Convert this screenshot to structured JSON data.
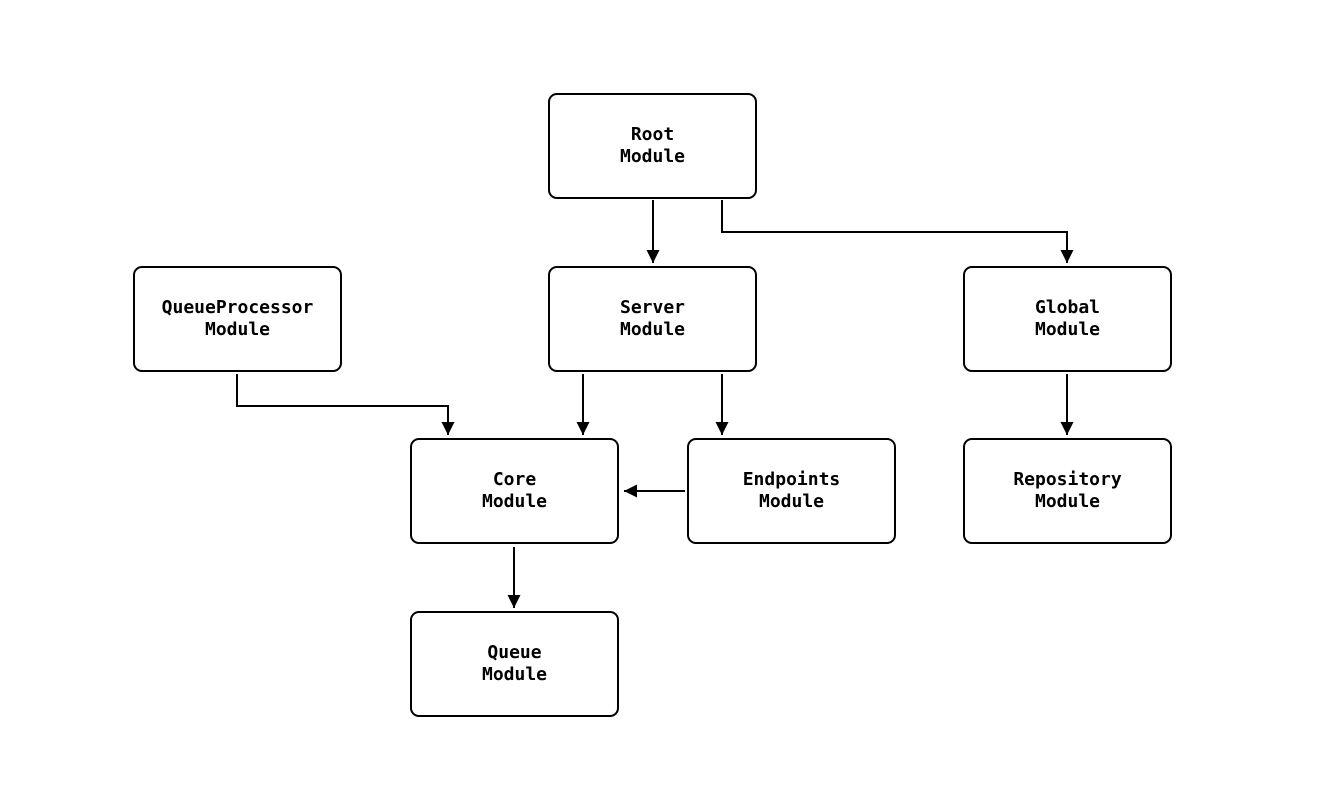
{
  "diagram": {
    "type": "flowchart",
    "direction": "top-down",
    "title": "",
    "nodes": [
      {
        "id": "root",
        "line1": "Root",
        "line2": "Module"
      },
      {
        "id": "queueprocessor",
        "line1": "QueueProcessor",
        "line2": "Module"
      },
      {
        "id": "server",
        "line1": "Server",
        "line2": "Module"
      },
      {
        "id": "global",
        "line1": "Global",
        "line2": "Module"
      },
      {
        "id": "core",
        "line1": "Core",
        "line2": "Module"
      },
      {
        "id": "endpoints",
        "line1": "Endpoints",
        "line2": "Module"
      },
      {
        "id": "repository",
        "line1": "Repository",
        "line2": "Module"
      },
      {
        "id": "queue",
        "line1": "Queue",
        "line2": "Module"
      }
    ],
    "edges": [
      {
        "from": "root",
        "to": "server"
      },
      {
        "from": "root",
        "to": "global"
      },
      {
        "from": "queueprocessor",
        "to": "core"
      },
      {
        "from": "server",
        "to": "core"
      },
      {
        "from": "server",
        "to": "endpoints"
      },
      {
        "from": "endpoints",
        "to": "core"
      },
      {
        "from": "global",
        "to": "repository"
      },
      {
        "from": "core",
        "to": "queue"
      }
    ],
    "colors": {
      "background": "#ffffff",
      "node_fill": "#ffffff",
      "node_border": "#000000",
      "edge": "#000000",
      "text": "#000000"
    }
  }
}
